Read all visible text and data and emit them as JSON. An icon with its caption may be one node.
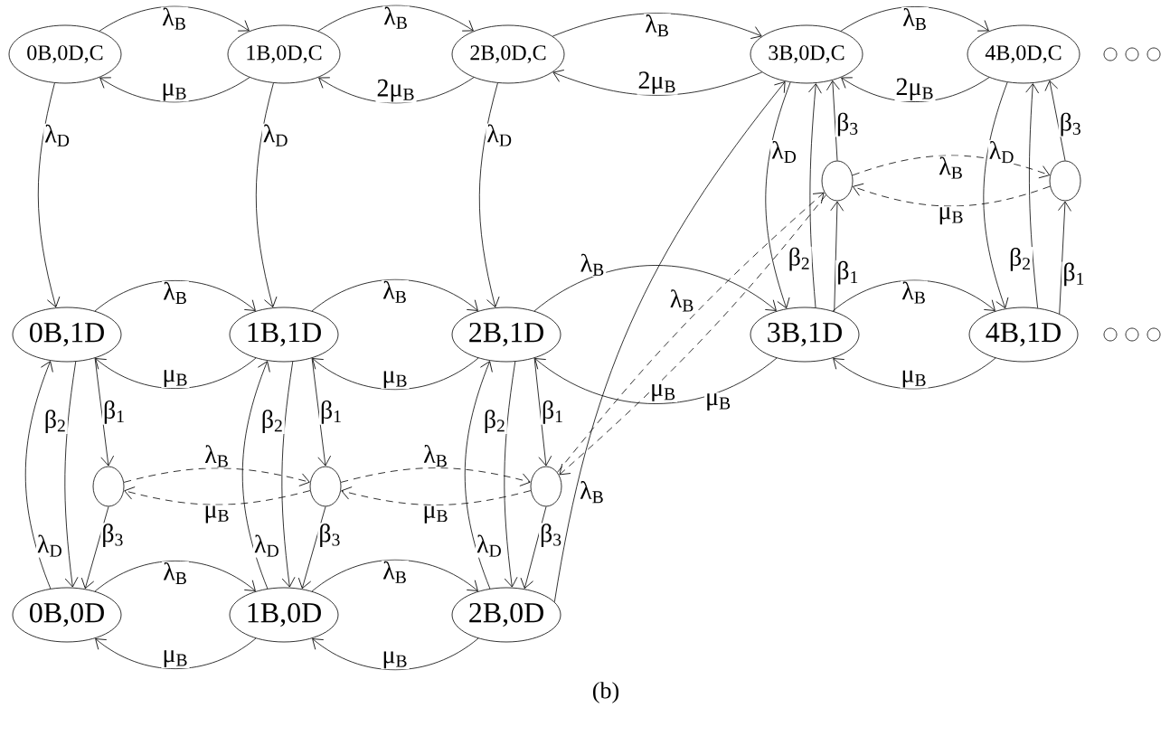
{
  "diagram": {
    "caption": "(b)",
    "nodes": [
      {
        "text": [
          "0B,0D,C"
        ]
      },
      {
        "text": [
          "1B,0D,C"
        ]
      },
      {
        "text": [
          "2B,0D,C"
        ]
      },
      {
        "text": [
          "3B,0D,C"
        ]
      },
      {
        "text": [
          "4B,0D,C"
        ]
      },
      {
        "text": [],
        "shape": "circle"
      },
      {
        "text": [],
        "shape": "circle"
      },
      {
        "text": [
          "0B,1D"
        ]
      },
      {
        "text": [
          "1B,1D"
        ]
      },
      {
        "text": [
          "2B,1D"
        ]
      },
      {
        "text": [
          "3B,1D"
        ]
      },
      {
        "text": [
          "4B,1D"
        ]
      },
      {
        "text": [],
        "shape": "circle"
      },
      {
        "text": [],
        "shape": "circle"
      },
      {
        "text": [],
        "shape": "circle"
      },
      {
        "text": [
          "0B,0D"
        ]
      },
      {
        "text": [
          "1B,0D"
        ]
      },
      {
        "text": [
          "2B,0D"
        ]
      }
    ],
    "edges": [
      {
        "from": 0,
        "to": 1,
        "arrow": "to",
        "label": "λ$_{B}$"
      },
      {
        "from": 1,
        "to": 0,
        "arrow": "to",
        "label": "μ$_{B}$"
      },
      {
        "from": 1,
        "to": 2,
        "arrow": "to",
        "label": "λ$_{B}$"
      },
      {
        "from": 2,
        "to": 1,
        "arrow": "to",
        "label": "2μ$_{B}$"
      },
      {
        "from": 2,
        "to": 3,
        "arrow": "to",
        "label": "λ$_{B}$"
      },
      {
        "from": 3,
        "to": 2,
        "arrow": "to",
        "label": "2μ$_{B}$"
      },
      {
        "from": 3,
        "to": 4,
        "arrow": "to",
        "label": "λ$_{B}$"
      },
      {
        "from": 4,
        "to": 3,
        "arrow": "to",
        "label": "2μ$_{B}$"
      },
      {
        "from": 0,
        "to": 7,
        "arrow": "to",
        "label": "λ$_{D}$"
      },
      {
        "from": 1,
        "to": 8,
        "arrow": "to",
        "label": "λ$_{D}$"
      },
      {
        "from": 2,
        "to": 9,
        "arrow": "to",
        "label": "λ$_{D}$"
      },
      {
        "from": 3,
        "to": 10,
        "arrow": "to",
        "label": "λ$_{D}$"
      },
      {
        "from": 10,
        "to": 3,
        "arrow": "to",
        "label": "β$_{2}$"
      },
      {
        "from": 10,
        "to": 5,
        "arrow": "to",
        "label": "β$_{1}$"
      },
      {
        "from": 5,
        "to": 3,
        "arrow": "to",
        "label": "β$_{3}$"
      },
      {
        "from": 4,
        "to": 11,
        "arrow": "to",
        "label": "λ$_{D}$"
      },
      {
        "from": 11,
        "to": 4,
        "arrow": "to",
        "label": "β$_{2}$"
      },
      {
        "from": 11,
        "to": 6,
        "arrow": "to",
        "label": "β$_{1}$"
      },
      {
        "from": 6,
        "to": 4,
        "arrow": "to",
        "label": "β$_{3}$"
      },
      {
        "from": 5,
        "to": 6,
        "arrow": "to",
        "label": "λ$_{B}$",
        "style": "dashed"
      },
      {
        "from": 6,
        "to": 5,
        "arrow": "to",
        "label": "μ$_{B}$",
        "style": "dashed"
      },
      {
        "from": 7,
        "to": 8,
        "arrow": "to",
        "label": "λ$_{B}$"
      },
      {
        "from": 8,
        "to": 7,
        "arrow": "to",
        "label": "μ$_{B}$"
      },
      {
        "from": 8,
        "to": 9,
        "arrow": "to",
        "label": "λ$_{B}$"
      },
      {
        "from": 9,
        "to": 8,
        "arrow": "to",
        "label": "μ$_{B}$"
      },
      {
        "from": 9,
        "to": 10,
        "arrow": "to",
        "label": "λ$_{B}$"
      },
      {
        "from": 10,
        "to": 9,
        "arrow": "to",
        "label": "μ$_{B}$"
      },
      {
        "from": 10,
        "to": 11,
        "arrow": "to",
        "label": "λ$_{B}$"
      },
      {
        "from": 11,
        "to": 10,
        "arrow": "to",
        "label": "μ$_{B}$"
      },
      {
        "from": 7,
        "to": 12,
        "arrow": "to",
        "label": "β$_{1}$"
      },
      {
        "from": 12,
        "to": 15,
        "arrow": "to",
        "label": "β$_{3}$"
      },
      {
        "from": 7,
        "to": 15,
        "arrow": "to",
        "label": "β$_{2}$"
      },
      {
        "from": 15,
        "to": 7,
        "arrow": "to",
        "label": "λ$_{D}$"
      },
      {
        "from": 8,
        "to": 13,
        "arrow": "to",
        "label": "β$_{1}$"
      },
      {
        "from": 13,
        "to": 16,
        "arrow": "to",
        "label": "β$_{3}$"
      },
      {
        "from": 8,
        "to": 16,
        "arrow": "to",
        "label": "β$_{2}$"
      },
      {
        "from": 16,
        "to": 8,
        "arrow": "to",
        "label": "λ$_{D}$"
      },
      {
        "from": 9,
        "to": 14,
        "arrow": "to",
        "label": "β$_{1}$"
      },
      {
        "from": 14,
        "to": 17,
        "arrow": "to",
        "label": "β$_{3}$"
      },
      {
        "from": 9,
        "to": 17,
        "arrow": "to",
        "label": "β$_{2}$"
      },
      {
        "from": 17,
        "to": 9,
        "arrow": "to",
        "label": "λ$_{D}$"
      },
      {
        "from": 12,
        "to": 13,
        "arrow": "to",
        "label": "λ$_{B}$",
        "style": "dashed"
      },
      {
        "from": 13,
        "to": 12,
        "arrow": "to",
        "label": "μ$_{B}$",
        "style": "dashed"
      },
      {
        "from": 13,
        "to": 14,
        "arrow": "to",
        "label": "λ$_{B}$",
        "style": "dashed"
      },
      {
        "from": 14,
        "to": 13,
        "arrow": "to",
        "label": "μ$_{B}$",
        "style": "dashed"
      },
      {
        "from": 14,
        "to": 5,
        "arrow": "to",
        "label": "λ$_{B}$",
        "style": "dashed"
      },
      {
        "from": 5,
        "to": 14,
        "arrow": "to",
        "label": "μ$_{B}$",
        "style": "dashed"
      },
      {
        "from": 15,
        "to": 16,
        "arrow": "to",
        "label": "λ$_{B}$"
      },
      {
        "from": 16,
        "to": 15,
        "arrow": "to",
        "label": "μ$_{B}$"
      },
      {
        "from": 16,
        "to": 17,
        "arrow": "to",
        "label": "λ$_{B}$"
      },
      {
        "from": 17,
        "to": 16,
        "arrow": "to",
        "label": "μ$_{B}$"
      },
      {
        "from": 17,
        "to": 3,
        "arrow": "to",
        "label": "λ$_{B}$"
      }
    ]
  }
}
